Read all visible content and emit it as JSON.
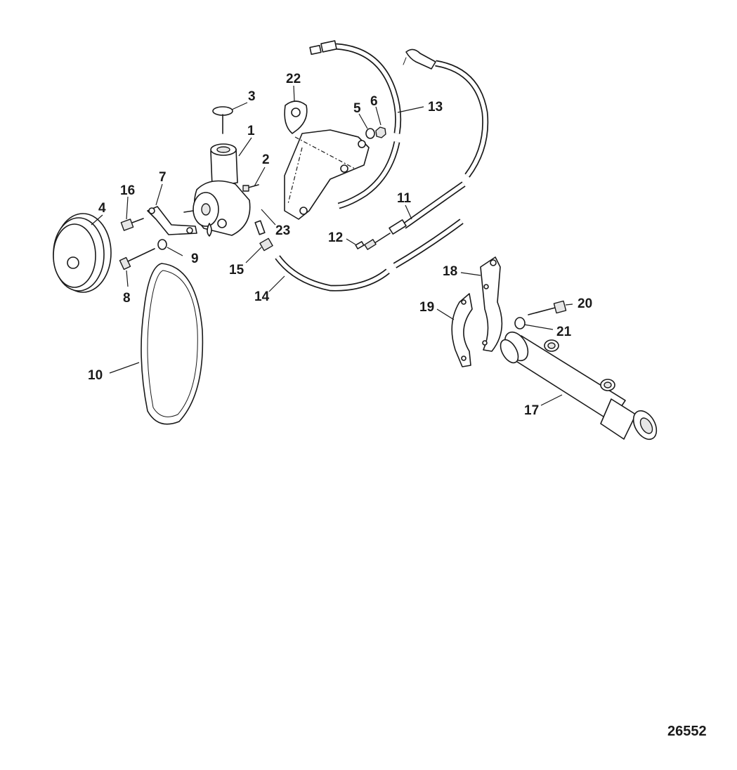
{
  "figure_number": "26552",
  "callouts": {
    "c1": "1",
    "c2": "2",
    "c3": "3",
    "c4": "4",
    "c5": "5",
    "c6": "6",
    "c7": "7",
    "c8": "8",
    "c9": "9",
    "c10": "10",
    "c11": "11",
    "c12": "12",
    "c13": "13",
    "c14": "14",
    "c15": "15",
    "c16": "16",
    "c17": "17",
    "c18": "18",
    "c19": "19",
    "c20": "20",
    "c21": "21",
    "c22": "22",
    "c23": "23"
  }
}
